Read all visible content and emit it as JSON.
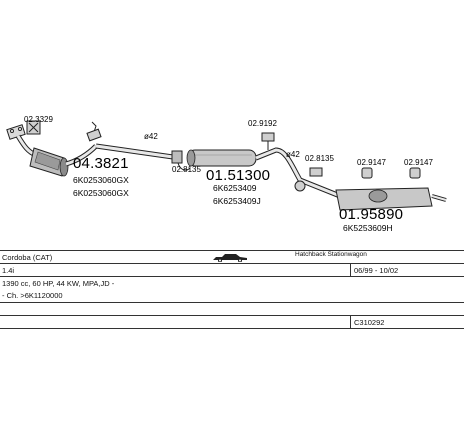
{
  "diagram": {
    "part_numbers": {
      "bracket_left": "02.3329",
      "catalytic_converter": "04.3821",
      "clamp_center": "02.8135",
      "middle_silencer": "01.51300",
      "clamp_mid_top": "02.9192",
      "clamp_right": "02.8135",
      "hanger_right_1": "02.9147",
      "hanger_right_2": "02.9147",
      "rear_silencer": "01.95890"
    },
    "oe_codes": {
      "catalytic_converter": [
        "6K0253060GX",
        "6K0253060GX"
      ],
      "middle_silencer": [
        "6K6253409",
        "6K6253409J"
      ],
      "rear_silencer": "6K5253609H"
    },
    "diameters": {
      "front": "ø42",
      "mid": "ø42"
    }
  },
  "info": {
    "model": "Cordoba (CAT)",
    "body_type": "Hatchback Stationwagon",
    "engine": "1.4i",
    "years": "06/99 - 10/02",
    "spec": "1390 cc, 60 HP, 44 KW, MPA,JD -",
    "chassis": "- Ch. >6K1120000",
    "catalog_no": "C310292"
  }
}
